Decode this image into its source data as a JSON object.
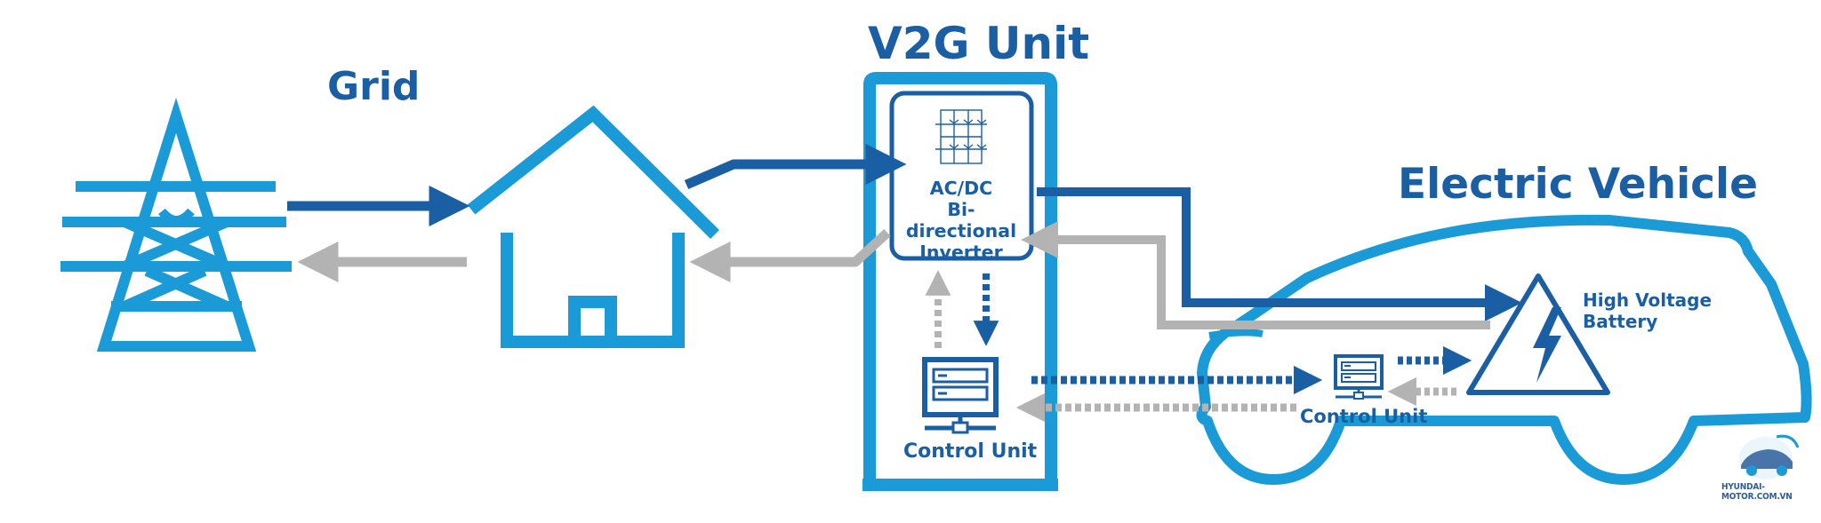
{
  "labels": {
    "grid_title": "Grid",
    "v2g_title": "V2G Unit",
    "ev_title": "Electric Vehicle",
    "inverter_line1": "AC/DC",
    "inverter_line2": "Bi-directional",
    "inverter_line3": "Inverter",
    "control_unit_v2g": "Control Unit",
    "control_unit_ev": "Control Unit",
    "battery_line1": "High Voltage",
    "battery_line2": "Battery"
  },
  "watermark": {
    "text": "HYUNDAI-MOTOR.COM.VN"
  },
  "colors": {
    "primary_blue": "#1a9ad6",
    "dark_blue": "#1a5fa3",
    "flow_gray": "#b3b3b3",
    "background": "#ffffff"
  },
  "icons": [
    "power-pylon-icon",
    "house-icon",
    "inverter-circuit-icon",
    "control-unit-icon",
    "lightning-icon",
    "car-outline-icon"
  ]
}
